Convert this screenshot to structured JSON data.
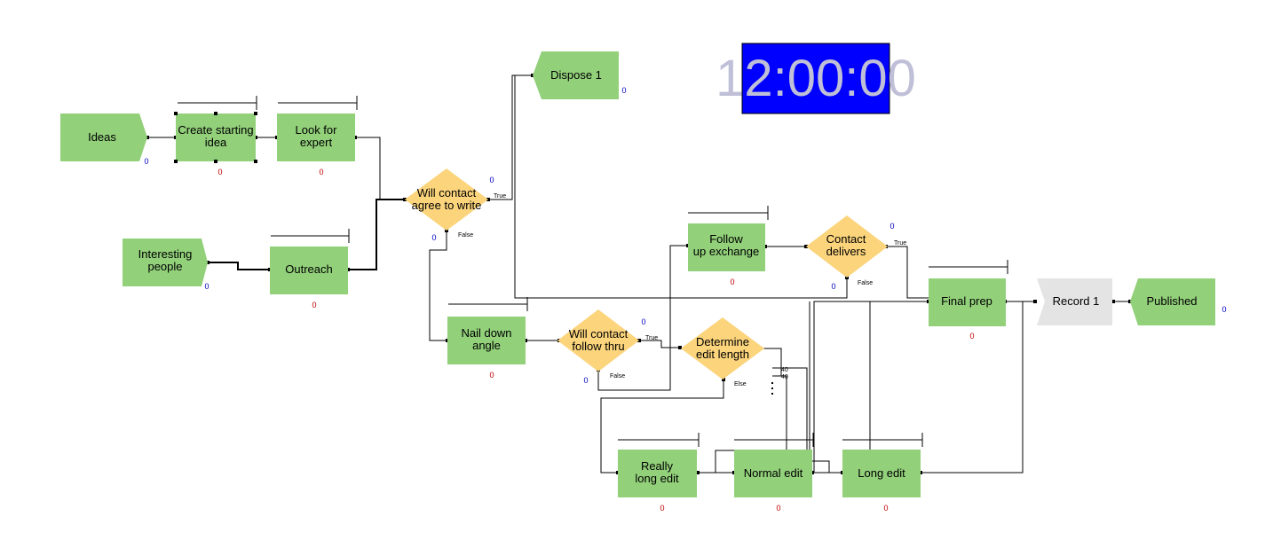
{
  "colors": {
    "module": "#92d07a",
    "decide": "#fbd47c",
    "record": "#e4e4e4",
    "connector": "#000000",
    "counter_red": "#c00000",
    "counter_blue": "#0000c0",
    "clock_bg": "#0000ff",
    "clock_text": "#bfbfd8"
  },
  "clock": {
    "time": "12:00:00"
  },
  "modules": {
    "ideas": {
      "label": "Ideas",
      "count": "0"
    },
    "create_starting_idea": {
      "label": "Create starting idea",
      "count": "0"
    },
    "look_for_expert": {
      "label": "Look for expert",
      "count": "0"
    },
    "interesting_people": {
      "label": "Interesting people",
      "count": "0"
    },
    "outreach": {
      "label": "Outreach",
      "count": "0"
    },
    "will_contact_agree": {
      "label": "Will contact agree to write",
      "count": "0",
      "true_label": "True",
      "false_label": "False"
    },
    "dispose_1": {
      "label": "Dispose 1",
      "count": "0"
    },
    "nail_down_angle": {
      "label": "Nail down angle",
      "count": "0"
    },
    "will_contact_follow_thru": {
      "label": "Will contact follow thru",
      "count": "0",
      "true_label": "True",
      "false_label": "False"
    },
    "follow_up_exchange": {
      "label": "Follow up exchange",
      "count": "0"
    },
    "contact_delivers": {
      "label": "Contact delivers",
      "count": "0",
      "true_label": "True",
      "false_label": "False"
    },
    "determine_edit_length": {
      "label": "Determine edit length",
      "branch_1": "40",
      "branch_2": "40",
      "else_label": "Else"
    },
    "really_long_edit": {
      "label": "Really long edit",
      "count": "0"
    },
    "normal_edit": {
      "label": "Normal edit",
      "count": "0"
    },
    "long_edit": {
      "label": "Long edit",
      "count": "0"
    },
    "final_prep": {
      "label": "Final prep",
      "count": "0"
    },
    "record_1": {
      "label": "Record 1"
    },
    "published": {
      "label": "Published",
      "count": "0"
    }
  }
}
